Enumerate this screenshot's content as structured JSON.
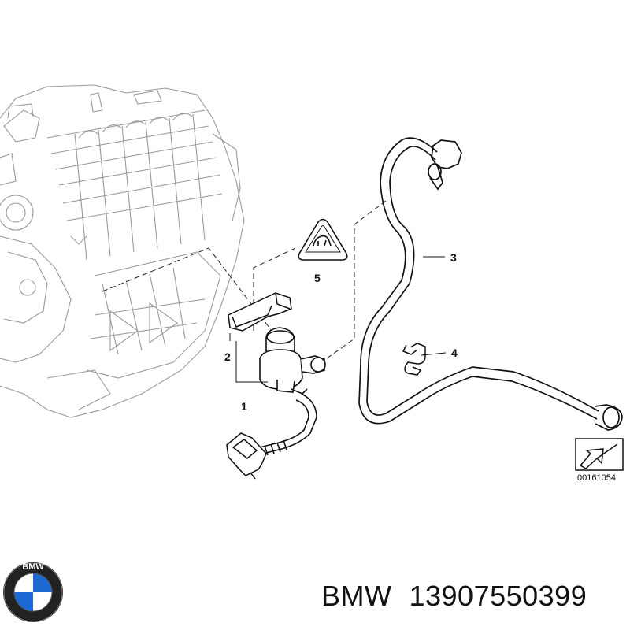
{
  "diagram": {
    "callouts": [
      "1",
      "2",
      "3",
      "4",
      "5"
    ],
    "drawing_code": "00161054"
  },
  "caption": {
    "brand": "BMW",
    "part_number": "13907550399"
  },
  "logo": {
    "letters": "BMW",
    "colors": {
      "blue": "#1c69d4",
      "white": "#ffffff",
      "ring": "#111111"
    }
  }
}
